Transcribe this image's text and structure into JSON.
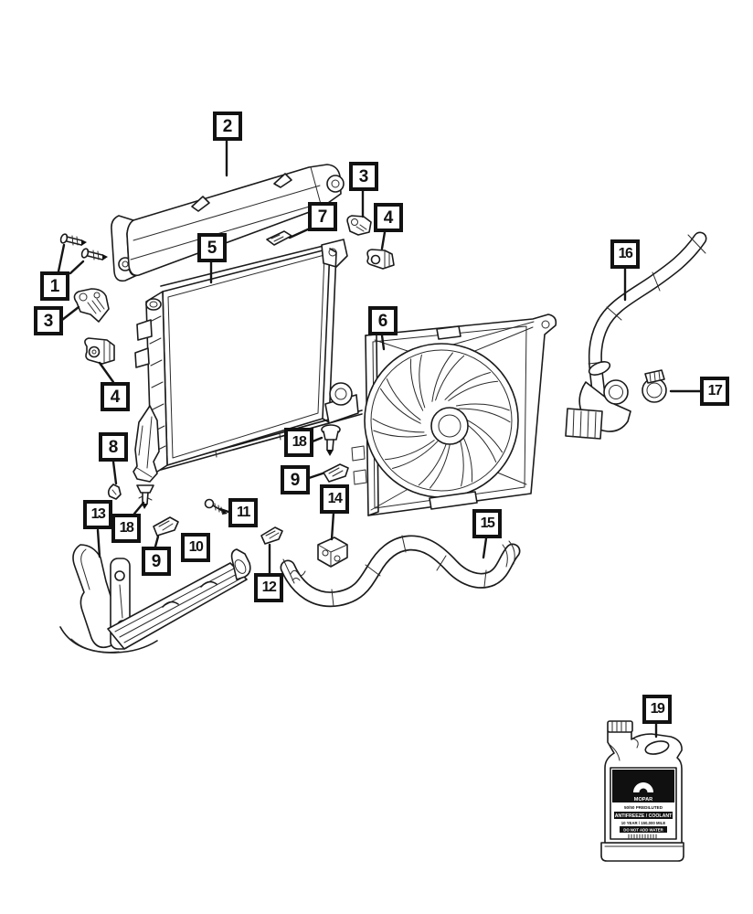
{
  "diagram": {
    "background": "#ffffff",
    "line_color": "#1b1b1b",
    "callout_border_color": "#121212",
    "callouts": {
      "c1": {
        "label": "1"
      },
      "c2": {
        "label": "2"
      },
      "c3": {
        "label": "3"
      },
      "c4": {
        "label": "4"
      },
      "c5": {
        "label": "5"
      },
      "c6": {
        "label": "6"
      },
      "c7": {
        "label": "7"
      },
      "c8": {
        "label": "8"
      },
      "c9": {
        "label": "9"
      },
      "c10": {
        "label": "10"
      },
      "c11": {
        "label": "11"
      },
      "c12": {
        "label": "12"
      },
      "c13": {
        "label": "13"
      },
      "c14": {
        "label": "14"
      },
      "c15": {
        "label": "15"
      },
      "c16": {
        "label": "16"
      },
      "c17": {
        "label": "17"
      },
      "c18": {
        "label": "18"
      },
      "c19": {
        "label": "19"
      }
    },
    "bottle_label": {
      "brand": "MOPAR",
      "line1": "50/50 PREDILUTED",
      "line2": "ANTIFREEZE / COOLANT",
      "line3": "10 YEAR / 150,000 MILE",
      "line4": "DO NOT ADD WATER"
    }
  }
}
